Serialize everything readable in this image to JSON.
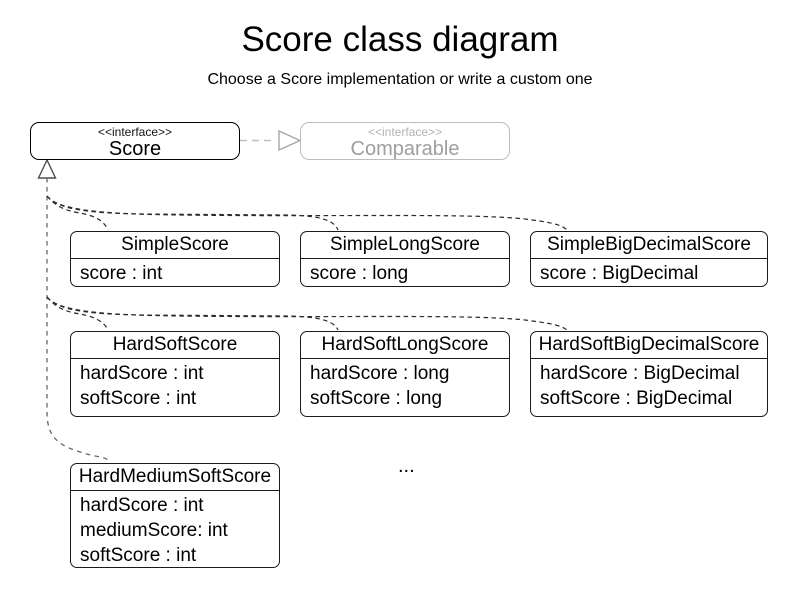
{
  "title": "Score class diagram",
  "subtitle": "Choose a Score implementation or write a custom one",
  "interfaces": {
    "score": {
      "stereotype": "<<interface>>",
      "name": "Score"
    },
    "comparable": {
      "stereotype": "<<interface>>",
      "name": "Comparable"
    }
  },
  "classes": [
    {
      "name": "SimpleScore",
      "attributes": [
        "score : int"
      ]
    },
    {
      "name": "SimpleLongScore",
      "attributes": [
        "score : long"
      ]
    },
    {
      "name": "SimpleBigDecimalScore",
      "attributes": [
        "score : BigDecimal"
      ]
    },
    {
      "name": "HardSoftScore",
      "attributes": [
        "hardScore : int",
        "softScore : int"
      ]
    },
    {
      "name": "HardSoftLongScore",
      "attributes": [
        "hardScore : long",
        "softScore : long"
      ]
    },
    {
      "name": "HardSoftBigDecimalScore",
      "attributes": [
        "hardScore : BigDecimal",
        "softScore : BigDecimal"
      ]
    },
    {
      "name": "HardMediumSoftScore",
      "attributes": [
        "hardScore : int",
        "mediumScore: int",
        "softScore : int"
      ]
    }
  ],
  "ellipsis": "...",
  "relations": {
    "score_to_comparable": "realization",
    "classes_to_score": "realization"
  },
  "colors": {
    "text": "#000000",
    "class_border": "#1a1a1a",
    "muted_border": "#bdbdbd",
    "muted_text": "#9e9e9e",
    "connector_dark": "#2b2b2b",
    "connector_gray": "#666666",
    "connector_muted": "#c0c0c0"
  }
}
